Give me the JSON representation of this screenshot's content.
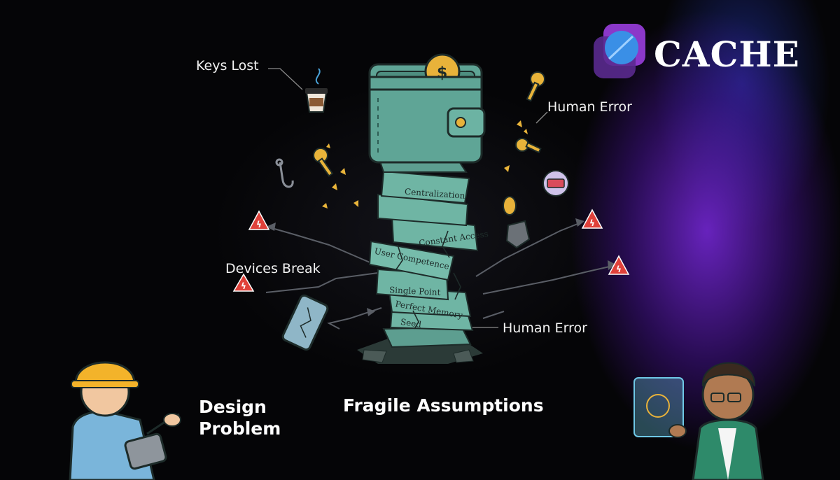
{
  "brand": {
    "name": "CACHE"
  },
  "labels": {
    "keys_lost": "Keys Lost",
    "human_error_top": "Human Error",
    "devices_break": "Devices Break",
    "human_error_bottom": "Human Error",
    "design_problem_line1": "Design",
    "design_problem_line2": "Problem",
    "fragile_assumptions": "Fragile Assumptions"
  },
  "blocks": [
    "Centralization",
    "Constant Access",
    "User Competence",
    "Single Point",
    "Perfect Memory",
    "Seed"
  ],
  "wallet": {
    "coin_symbol": "$"
  },
  "colors": {
    "block": "#6fb5a4",
    "block_dark": "#3f7f72",
    "warning": "#e0413a",
    "key": "#e9b43a",
    "purple": "#7a2bd9"
  }
}
